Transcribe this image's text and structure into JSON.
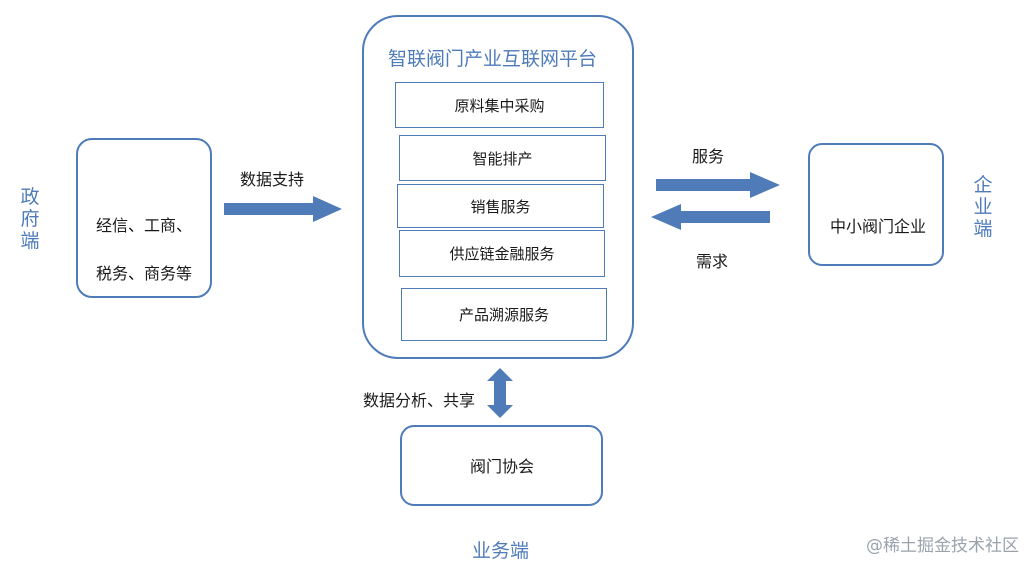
{
  "government": {
    "side_label": "政府端",
    "box_line1": "经信、工商、",
    "box_line2": "税务、商务等"
  },
  "edges": {
    "data_support": "数据支持",
    "service": "服务",
    "demand": "需求",
    "data_share": "数据分析、共享"
  },
  "platform": {
    "title": "智联阀门产业互联网平台",
    "modules": [
      "原料集中采购",
      "智能排产",
      "销售服务",
      "供应链金融服务",
      "产品溯源服务"
    ]
  },
  "enterprise": {
    "side_label": "企业端",
    "box_label": "中小阀门企业"
  },
  "association": {
    "box_label": "阀门协会",
    "side_label": "业务端"
  },
  "watermark": "@稀土掘金技术社区",
  "colors": {
    "primary": "#4f7cb9",
    "arrow": "#4f7cb9"
  }
}
